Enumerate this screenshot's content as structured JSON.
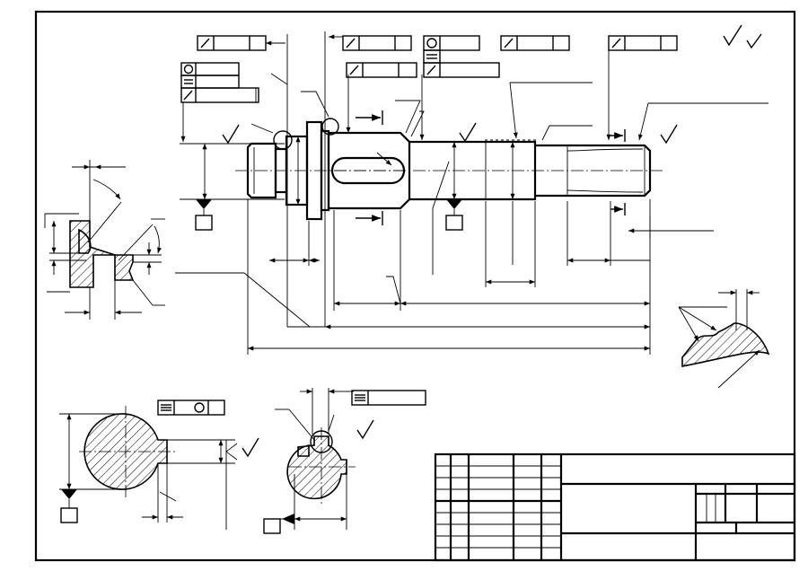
{
  "sheet": {
    "paper_color": "#ffffff",
    "ink_color": "#000000",
    "symbols": {
      "tolerance": [
        "runout-symbol",
        "circularity-symbol",
        "cylindricity-symbol",
        "symmetry-symbol"
      ],
      "surface": [
        "roughness-check-symbol",
        "datum-triangle-symbol"
      ]
    }
  }
}
